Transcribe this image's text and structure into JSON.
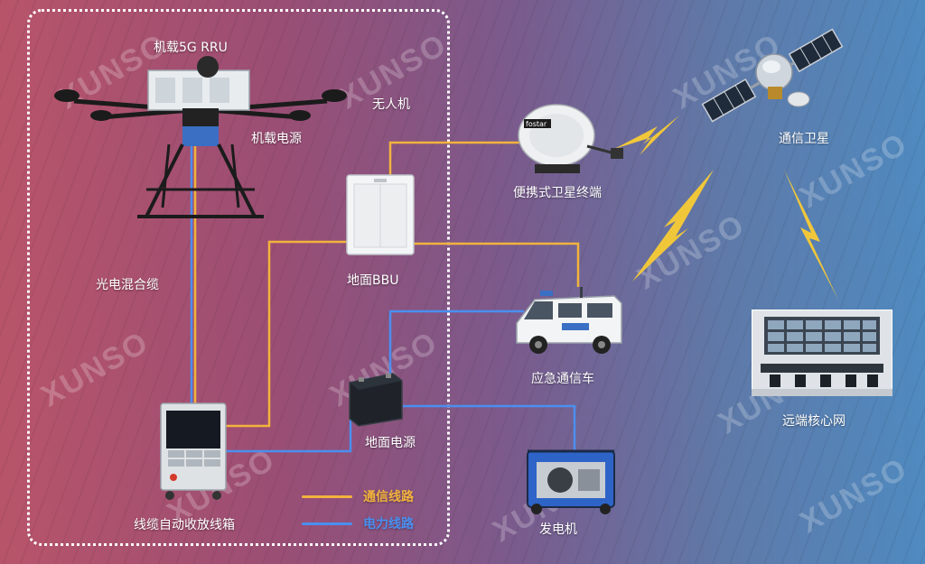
{
  "labels": {
    "rru": "机载5G RRU",
    "uav": "无人机",
    "airborne_power": "机载电源",
    "portable_sat": "便携式卫星终端",
    "satellite": "通信卫星",
    "fiber_cable": "光电混合缆",
    "bbu": "地面BBU",
    "emergency_vehicle": "应急通信车",
    "ground_power": "地面电源",
    "remote_core": "远端核心网",
    "reel_box": "线缆自动收放线箱",
    "generator": "发电机",
    "dish_brand": "fostar"
  },
  "legend": {
    "comm_label": "通信线路",
    "power_label": "电力线路"
  },
  "colors": {
    "comm": "#f2b33d",
    "power": "#4a8ff0",
    "lightning": "#f1c73a"
  },
  "watermark": "XUNSO"
}
